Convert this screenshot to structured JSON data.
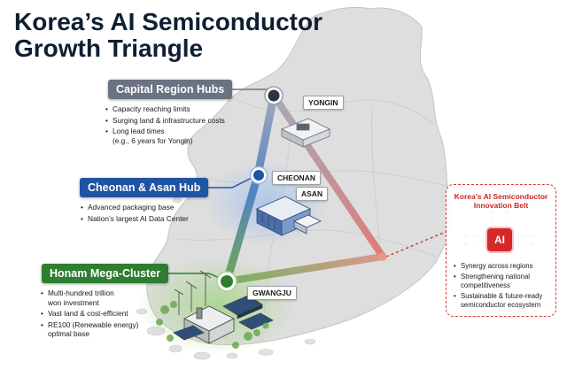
{
  "title": {
    "line1": "Korea’s AI Semiconductor",
    "line2": "Growth Triangle"
  },
  "colors": {
    "capital": "#6b7280",
    "cheonan": "#1f54a3",
    "honam": "#2e7d32",
    "belt": "#d32f2f"
  },
  "hubs": {
    "capital": {
      "label": "Capital Region Hubs",
      "bullets": [
        "Capacity reaching limits",
        "Surging land & infrastructure costs",
        "Long lead times",
        "(e.g., 6 years for Yongin)"
      ]
    },
    "cheonan": {
      "label": "Cheonan & Asan Hub",
      "bullets": [
        "Advanced packaging base",
        "Nation’s largest AI Data Center"
      ]
    },
    "honam": {
      "label": "Honam Mega-Cluster",
      "bullets": [
        "Multi-hundred trillion",
        "won investment",
        "Vast land & cost-efficient",
        "RE100 (Renewable energy)",
        "optimal base"
      ]
    }
  },
  "cities": {
    "yongin": "YONGIN",
    "cheonan": "CHEONAN",
    "asan": "ASAN",
    "gwangju": "GWANGJU"
  },
  "belt": {
    "title_line1": "Korea’s AI Semiconductor",
    "title_line2": "Innovation Belt",
    "chip_label": "AI",
    "bullets": [
      "Synergy across regions",
      "Strengthening national",
      "competitiveness",
      "Sustainable & future-ready",
      "semiconductor ecosystem"
    ]
  }
}
